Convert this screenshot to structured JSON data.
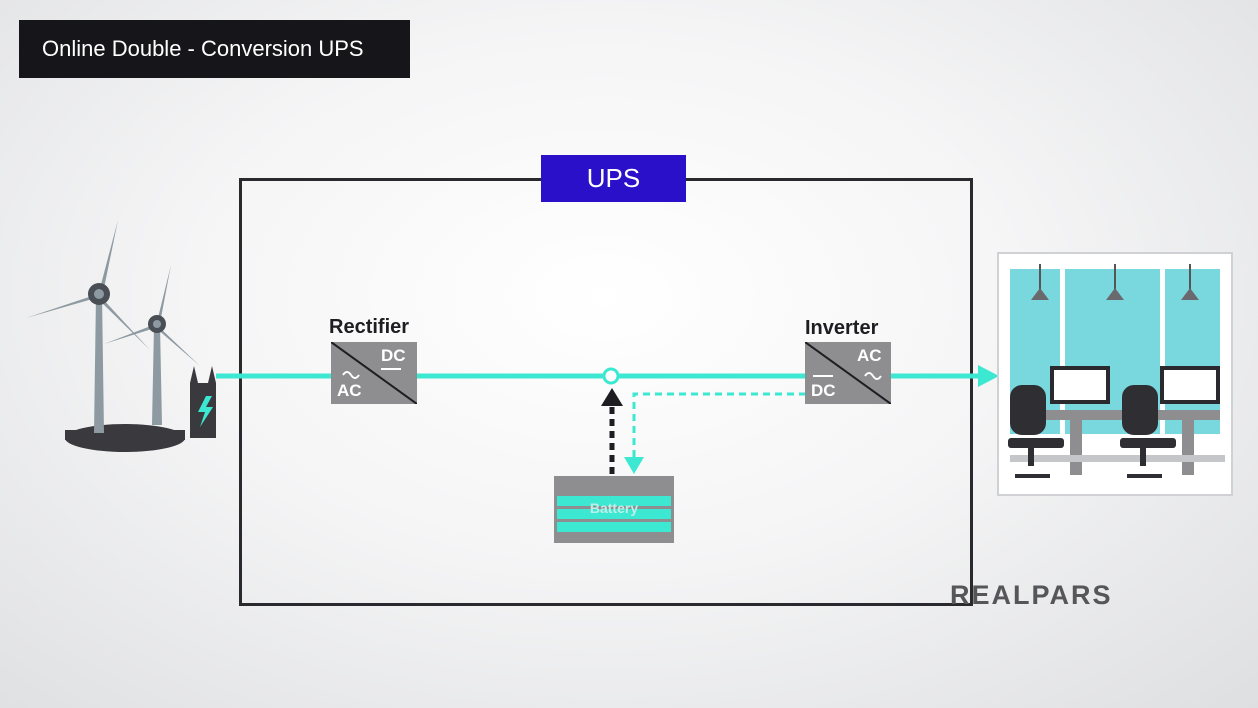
{
  "title": "Online Double - Conversion UPS",
  "ups_label": "UPS",
  "rectifier": {
    "label": "Rectifier",
    "input": "AC",
    "output": "DC"
  },
  "inverter": {
    "label": "Inverter",
    "input": "DC",
    "output": "AC"
  },
  "battery": {
    "label": "Battery"
  },
  "logo": "REALPARS",
  "colors": {
    "power_line": "#3de8d2",
    "ups_label_bg": "#2a11c9",
    "title_bg": "#16161a",
    "converter_gray": "#8e8e91"
  }
}
